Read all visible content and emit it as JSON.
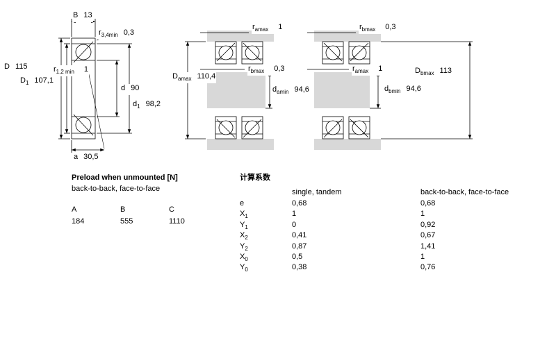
{
  "drawing_left": {
    "B": {
      "base": "B",
      "sub": "",
      "value": "13"
    },
    "r34": {
      "base": "r",
      "sub": "3,4min",
      "value": "0,3"
    },
    "D": {
      "base": "D",
      "sub": "",
      "value": "115"
    },
    "D1": {
      "base": "D",
      "sub": "1",
      "value": "107,1"
    },
    "r12": {
      "base": "r",
      "sub": "1,2 min",
      "value": "1"
    },
    "d": {
      "base": "d",
      "sub": "",
      "value": "90"
    },
    "d1": {
      "base": "d",
      "sub": "1",
      "value": "98,2"
    },
    "a": {
      "base": "a",
      "sub": "",
      "value": "30,5"
    }
  },
  "drawing_a": {
    "ramax": {
      "base": "r",
      "sub": "amax",
      "value": "1"
    },
    "Damax": {
      "base": "D",
      "sub": "amax",
      "value": "110,4"
    },
    "rbmax": {
      "base": "r",
      "sub": "bmax",
      "value": "0,3"
    },
    "damin": {
      "base": "d",
      "sub": "amin",
      "value": "94,6"
    }
  },
  "drawing_b": {
    "rbmax": {
      "base": "r",
      "sub": "bmax",
      "value": "0,3"
    },
    "ramax": {
      "base": "r",
      "sub": "amax",
      "value": "1"
    },
    "Dbmax": {
      "base": "D",
      "sub": "bmax",
      "value": "113"
    },
    "dbmin": {
      "base": "d",
      "sub": "bmin",
      "value": "94,6"
    }
  },
  "preload_table": {
    "title": "Preload when unmounted [N]",
    "subtitle": "back-to-back, face-to-face",
    "headers": [
      "A",
      "B",
      "C"
    ],
    "values": [
      "184",
      "555",
      "1110"
    ]
  },
  "factors_table": {
    "title": "计算系数",
    "col1_header": "single, tandem",
    "col2_header": "back-to-back, face-to-face",
    "rows": [
      {
        "base": "e",
        "sub": "",
        "v1": "0,68",
        "v2": "0,68"
      },
      {
        "base": "X",
        "sub": "1",
        "v1": "1",
        "v2": "1"
      },
      {
        "base": "Y",
        "sub": "1",
        "v1": "0",
        "v2": "0,92"
      },
      {
        "base": "X",
        "sub": "2",
        "v1": "0,41",
        "v2": "0,67"
      },
      {
        "base": "Y",
        "sub": "2",
        "v1": "0,87",
        "v2": "1,41"
      },
      {
        "base": "X",
        "sub": "0",
        "v1": "0,5",
        "v2": "1"
      },
      {
        "base": "Y",
        "sub": "0",
        "v1": "0,38",
        "v2": "0,76"
      }
    ]
  },
  "colors": {
    "steel_gray": "#d8d8d8",
    "line": "#000000"
  }
}
